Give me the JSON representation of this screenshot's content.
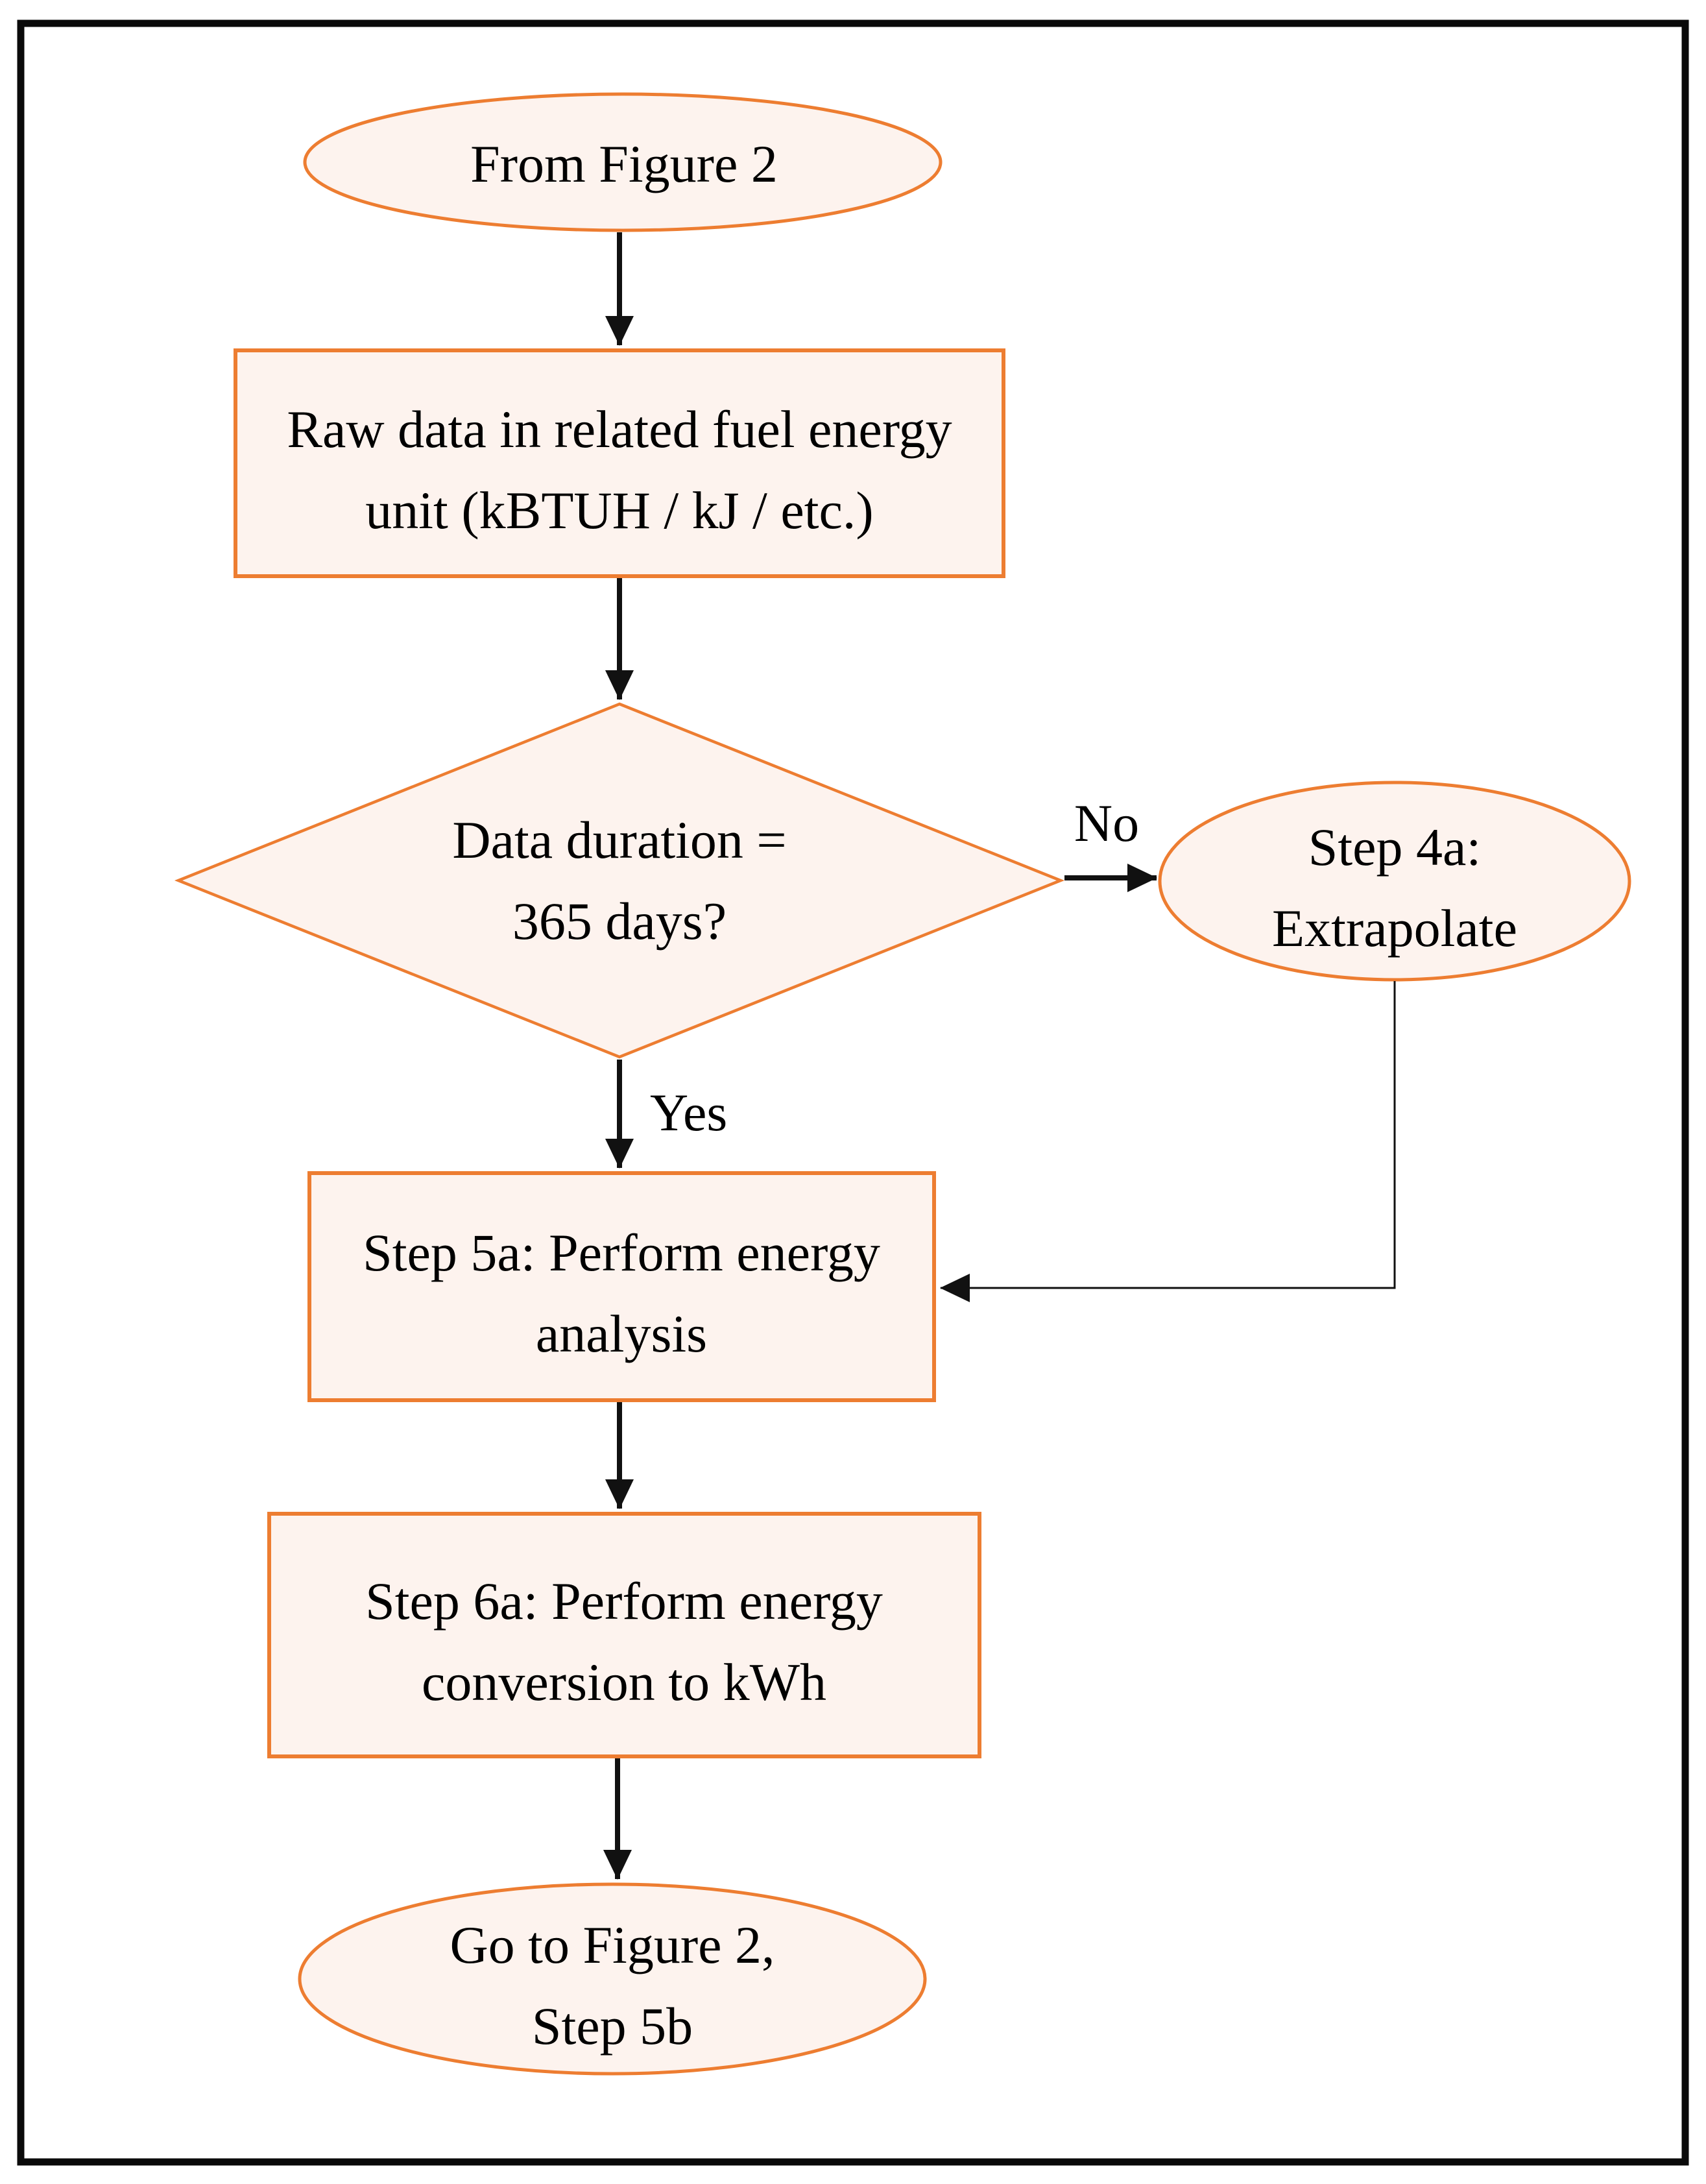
{
  "colors": {
    "background": "#ffffff",
    "border_color": "#0a0a0a",
    "shape_fill": "#fdf3ee",
    "shape_stroke": "#ed7d31",
    "arrow_color": "#111111",
    "text_color": "#000000"
  },
  "flowchart": {
    "nodes": {
      "start": {
        "label": "From Figure 2"
      },
      "raw_data": {
        "line1": "Raw data in related fuel energy",
        "line2": "unit (kBTUH / kJ / etc.)"
      },
      "decision": {
        "line1": "Data duration =",
        "line2": "365 days?"
      },
      "step4a": {
        "line1": "Step 4a:",
        "line2": "Extrapolate"
      },
      "step5a": {
        "line1": "Step 5a: Perform energy",
        "line2": "analysis"
      },
      "step6a": {
        "line1": "Step 6a: Perform energy",
        "line2": "conversion to kWh"
      },
      "end": {
        "line1": "Go to Figure 2,",
        "line2": "Step 5b"
      }
    },
    "edges": {
      "no_label": "No",
      "yes_label": "Yes"
    }
  }
}
